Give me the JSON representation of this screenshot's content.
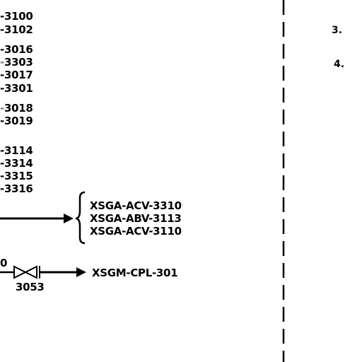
{
  "colors": {
    "line": "#000000",
    "background": "#ffffff",
    "faded_dash": "#7a7a7a"
  },
  "left_tags": [
    {
      "prefix": "-",
      "number": "3100"
    },
    {
      "prefix": "-",
      "number": "3102"
    },
    {
      "prefix": "-",
      "number": "3016"
    },
    {
      "prefix": "-",
      "number": "3303",
      "faded_prefix": true
    },
    {
      "prefix": "-",
      "number": "3017"
    },
    {
      "prefix": "-",
      "number": "3301"
    },
    {
      "prefix": "-",
      "number": "3018",
      "faded_prefix": true
    },
    {
      "prefix": "-",
      "number": "3019"
    },
    {
      "prefix": "-",
      "number": "3114"
    },
    {
      "prefix": "-",
      "number": "3314"
    },
    {
      "prefix": "-",
      "number": "3315"
    },
    {
      "prefix": "-",
      "number": "3316"
    }
  ],
  "bracket_tags": [
    "XSGA-ACV-3310",
    "XSGA-ABV-3113",
    "XSGA-ACV-3110"
  ],
  "valve": {
    "left_label": "0",
    "number": "3053",
    "icon": "gate-valve-icon"
  },
  "destination": "XSGM-CPL-301",
  "steps": [
    "3.",
    "4."
  ]
}
